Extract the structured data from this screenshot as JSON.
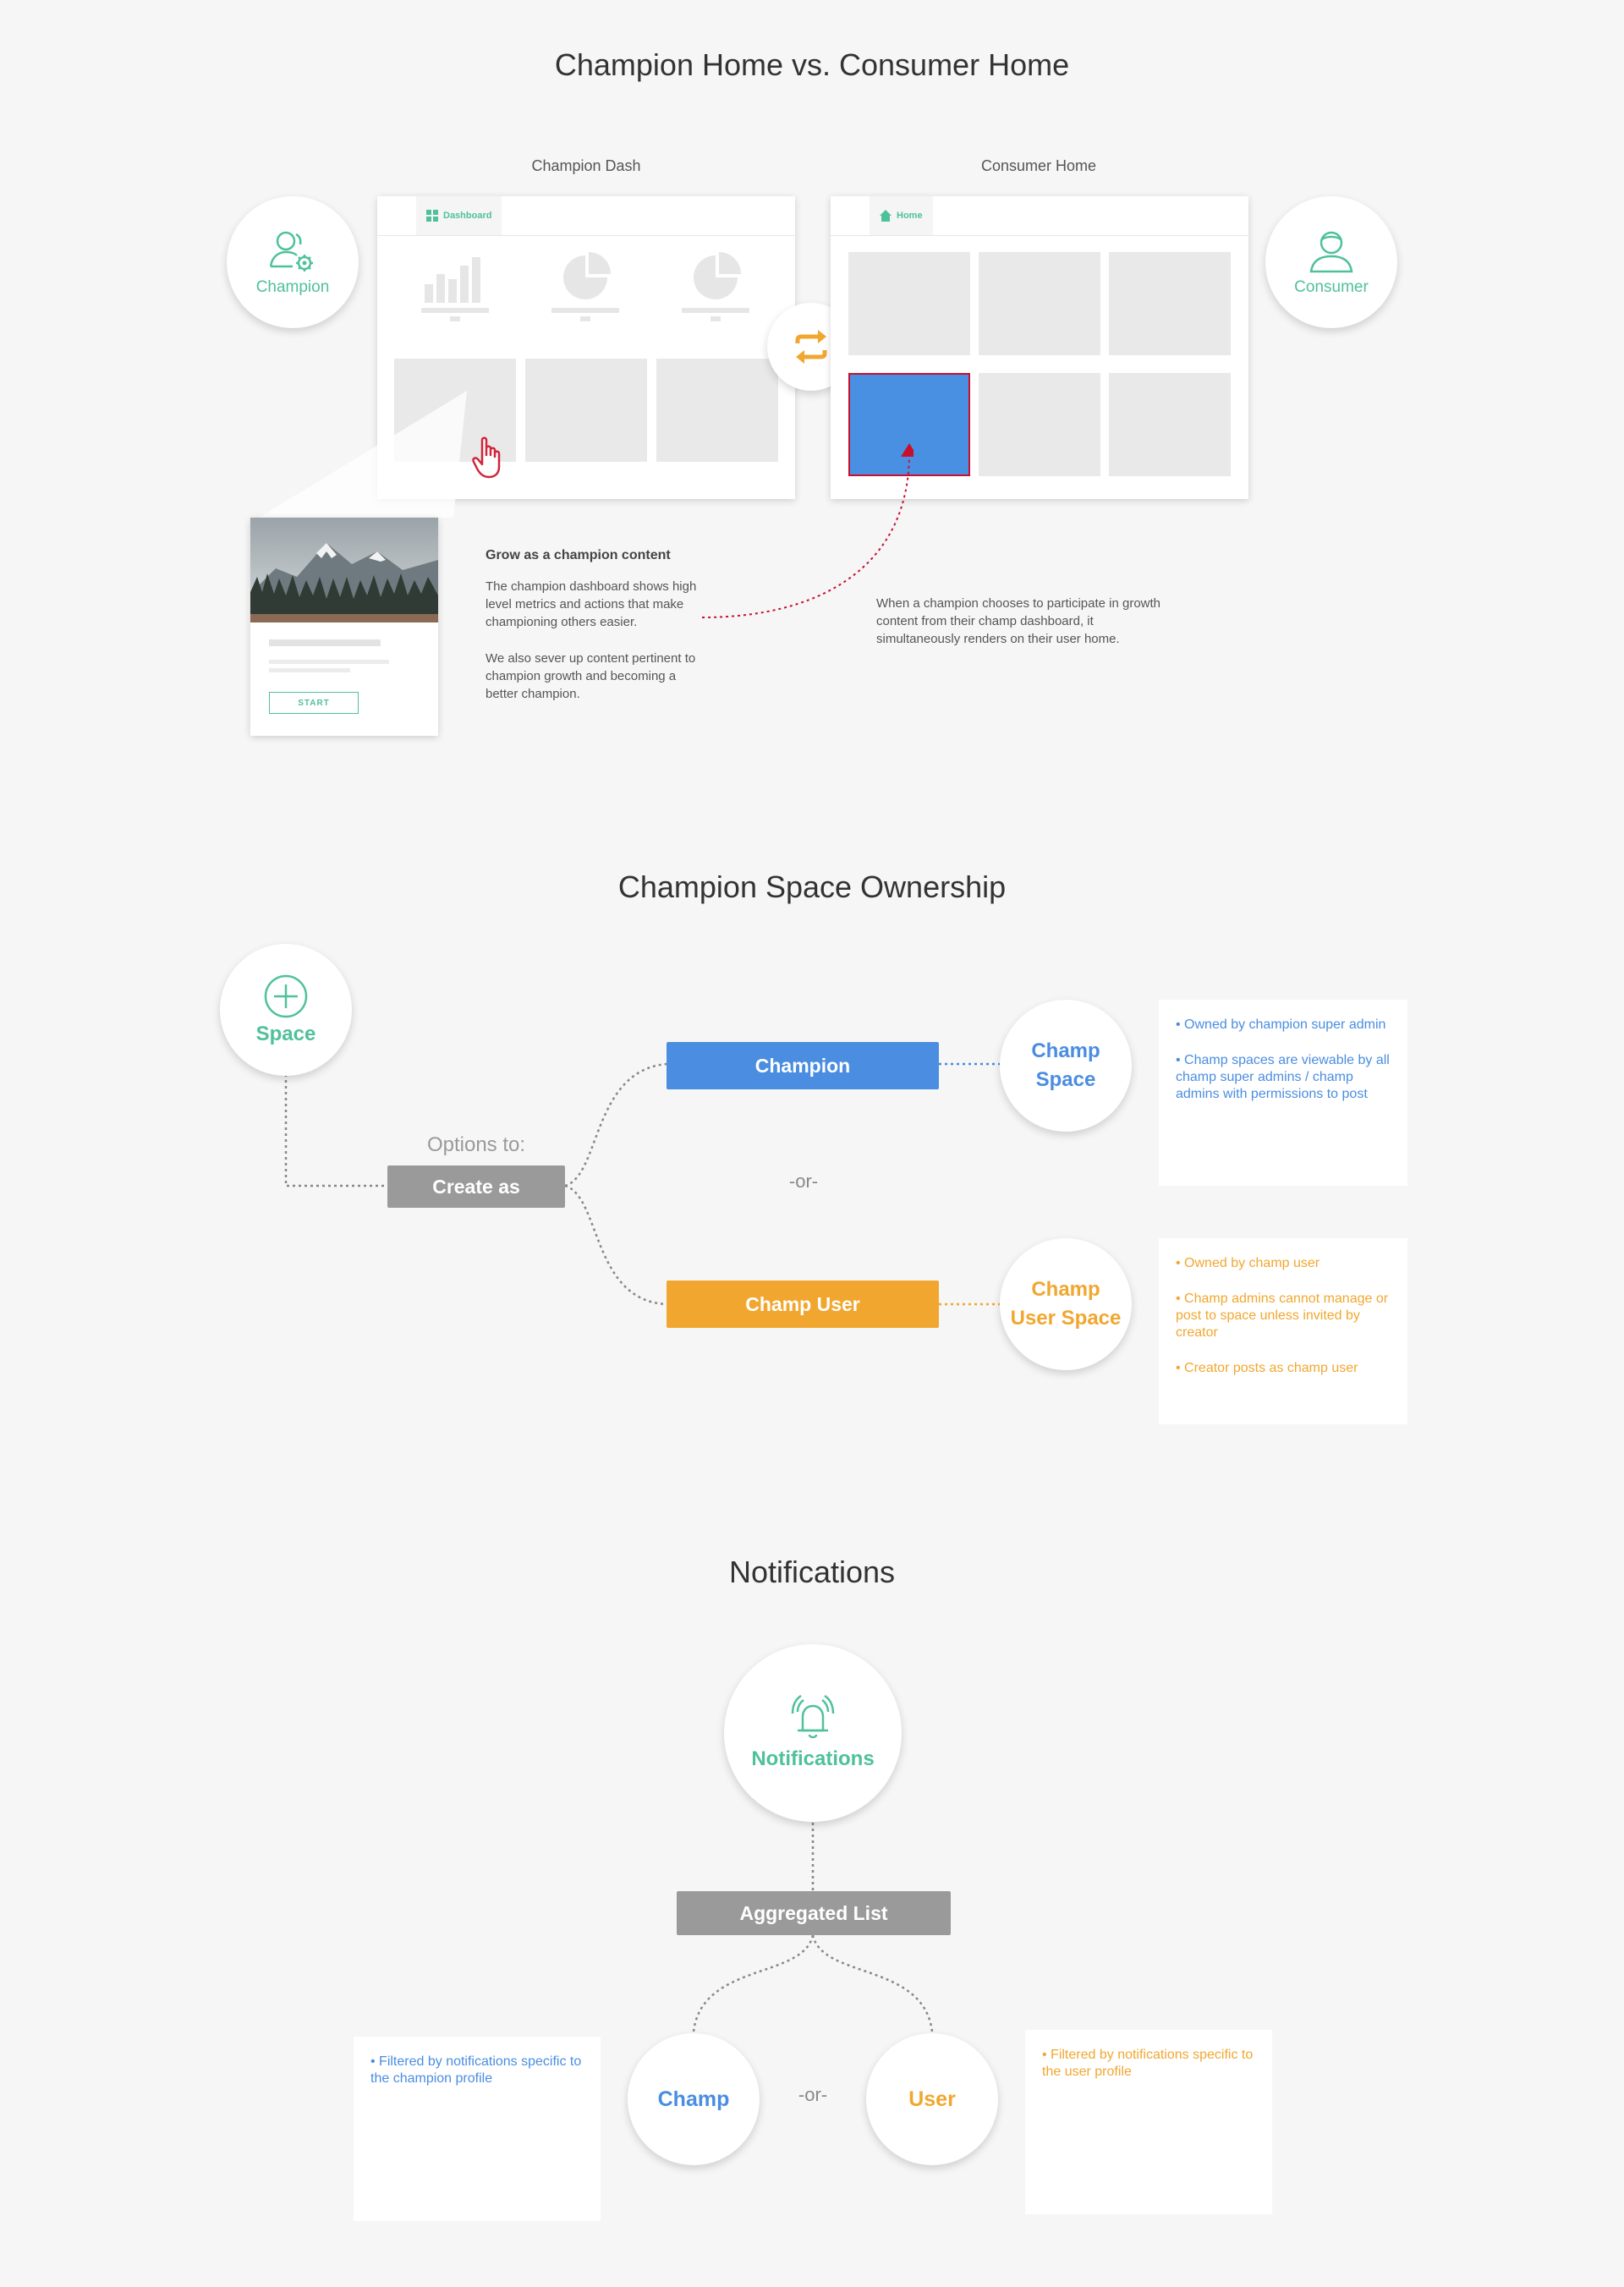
{
  "section1": {
    "title": "Champion Home vs. Consumer Home",
    "champion_dash_label": "Champion Dash",
    "consumer_home_label": "Consumer Home",
    "champion_circle_label": "Champion",
    "consumer_circle_label": "Consumer",
    "dashboard_tab": "Dashboard",
    "home_tab": "Home",
    "card_button": "START",
    "grow_heading": "Grow as a champion content",
    "grow_para1": "The champion dashboard shows high level metrics and actions that make championing others easier.",
    "grow_para2": "We also sever up content pertinent to champion growth and becoming a better champion.",
    "render_note": "When a champion chooses to participate in growth content from their champ dashboard, it simultaneously renders on their user home."
  },
  "section2": {
    "title": "Champion Space Ownership",
    "space_label": "Space",
    "options_label": "Options to:",
    "create_as_label": "Create as",
    "champion_button": "Champion",
    "or_label": "-or-",
    "champ_user_button": "Champ User",
    "champ_space_line1": "Champ",
    "champ_space_line2": "Space",
    "champ_user_space_line1": "Champ",
    "champ_user_space_line2": "User Space",
    "champion_notes": [
      "• Owned by champion super admin",
      "• Champ spaces are viewable by all champ super admins / champ admins with permissions to post"
    ],
    "champ_user_notes": [
      "• Owned by champ user",
      "• Champ admins cannot manage or post to space unless invited by creator",
      "• Creator posts as champ user"
    ]
  },
  "section3": {
    "title": "Notifications",
    "notifications_label": "Notifications",
    "aggregated_label": "Aggregated List",
    "champ_label": "Champ",
    "or_label": "-or-",
    "user_label": "User",
    "champ_note": "• Filtered by notifications specific to the champion profile",
    "user_note": "• Filtered by notifications specific to the user profile"
  },
  "colors": {
    "green": "#4fc19a",
    "blue": "#4a8de1",
    "orange": "#f1a72f",
    "gray_button": "#9a9a9a",
    "highlight_border": "#c8102e"
  }
}
